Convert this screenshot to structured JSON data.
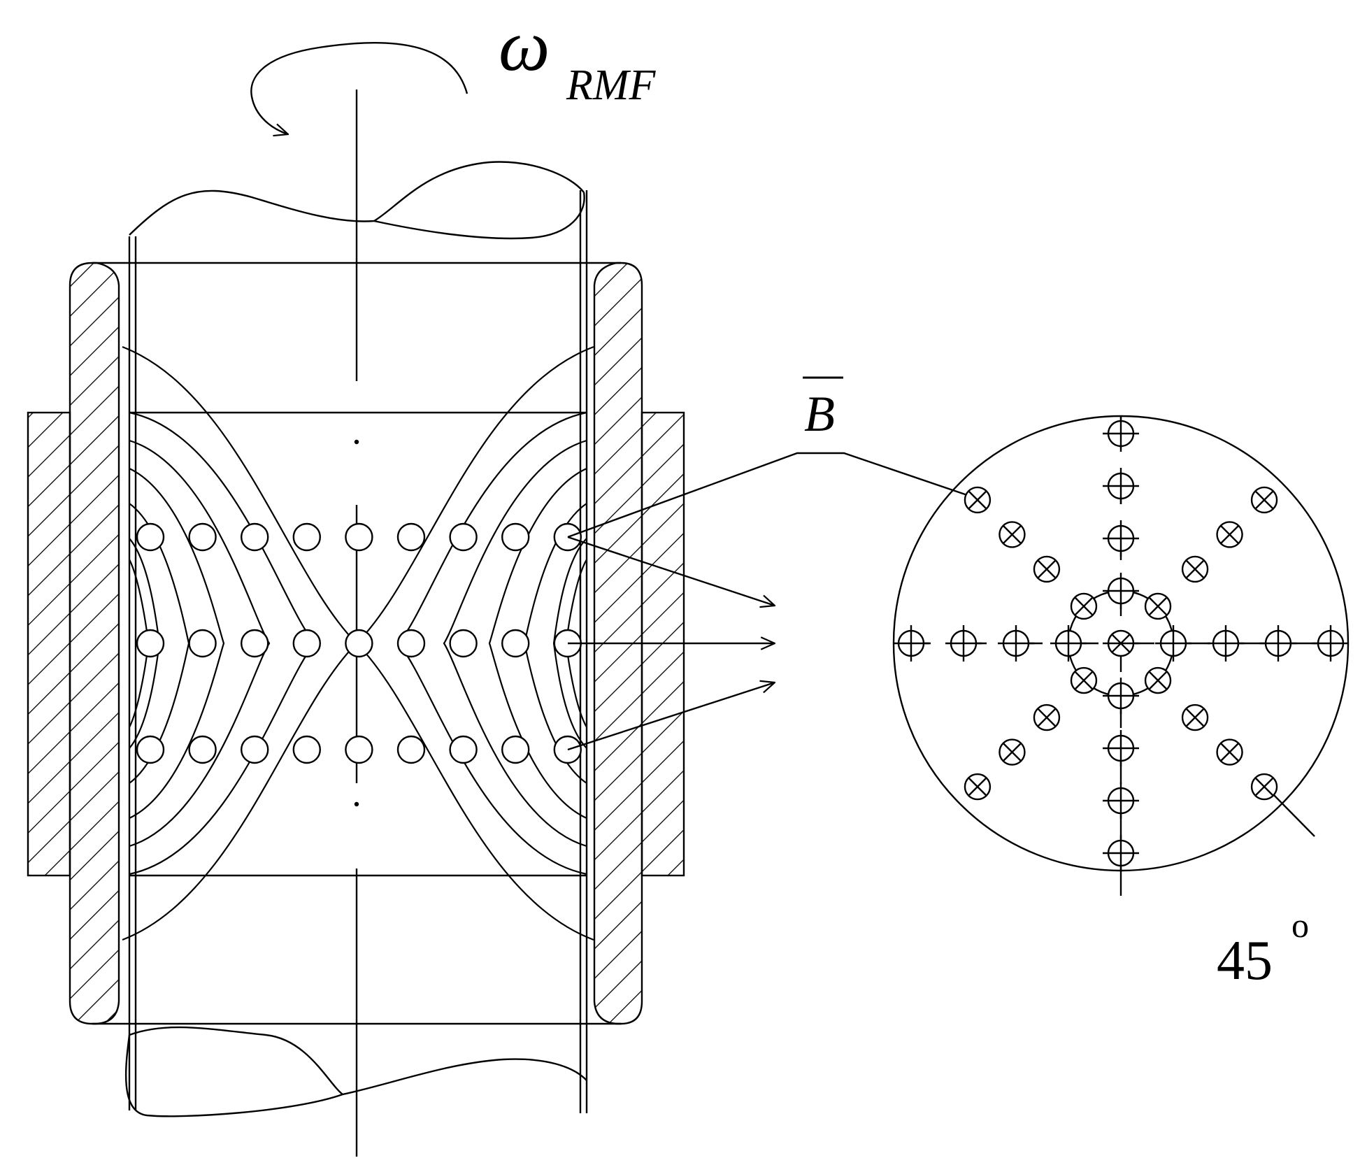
{
  "labels": {
    "omega_symbol": "ω",
    "omega_subscript": "RMF",
    "field_symbol": "B",
    "angle_value": "45",
    "angle_unit": "o"
  },
  "probe_grid": {
    "rows": 3,
    "columns": 9
  },
  "cross_section": {
    "rays": 8,
    "ray_angle_deg": 45,
    "markers_per_ray": 4
  },
  "colors": {
    "line": "#000000",
    "background": "#ffffff"
  }
}
